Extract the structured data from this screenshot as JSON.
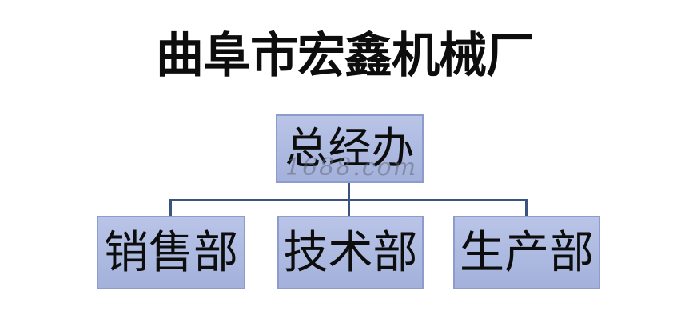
{
  "title": "曲阜市宏鑫机械厂",
  "watermark": "1688.com",
  "org": {
    "root": {
      "label": "总经办"
    },
    "children": [
      {
        "label": "销售部"
      },
      {
        "label": "技术部"
      },
      {
        "label": "生产部"
      }
    ]
  },
  "colors": {
    "background": "#ffffff",
    "text": "#0d0d0d",
    "node_fill_top": "#b9c4e7",
    "node_fill_bottom": "#a3b1db",
    "node_border": "#8e9bce",
    "connector": "#3a5480",
    "watermark_color": "#5f616e"
  }
}
